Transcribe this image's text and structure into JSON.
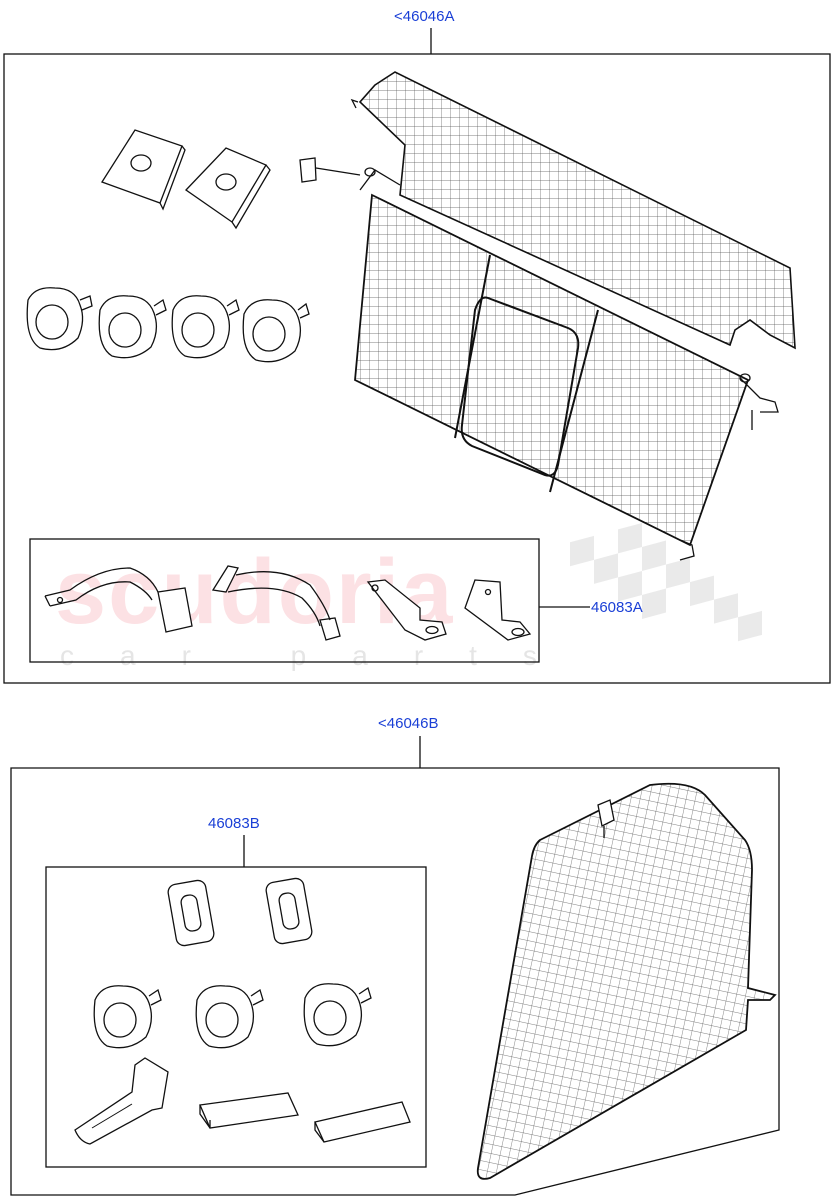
{
  "diagram": {
    "callouts": {
      "top_assembly": "<46046A",
      "top_kit": "46083A",
      "bottom_assembly": "<46046B",
      "bottom_kit": "46083B"
    },
    "watermark": {
      "main": "scudoria",
      "sub": "car parts"
    },
    "colors": {
      "callout": "#1a3fd6",
      "line": "#111111",
      "mesh": "#444444",
      "watermark": "#f07882"
    }
  }
}
